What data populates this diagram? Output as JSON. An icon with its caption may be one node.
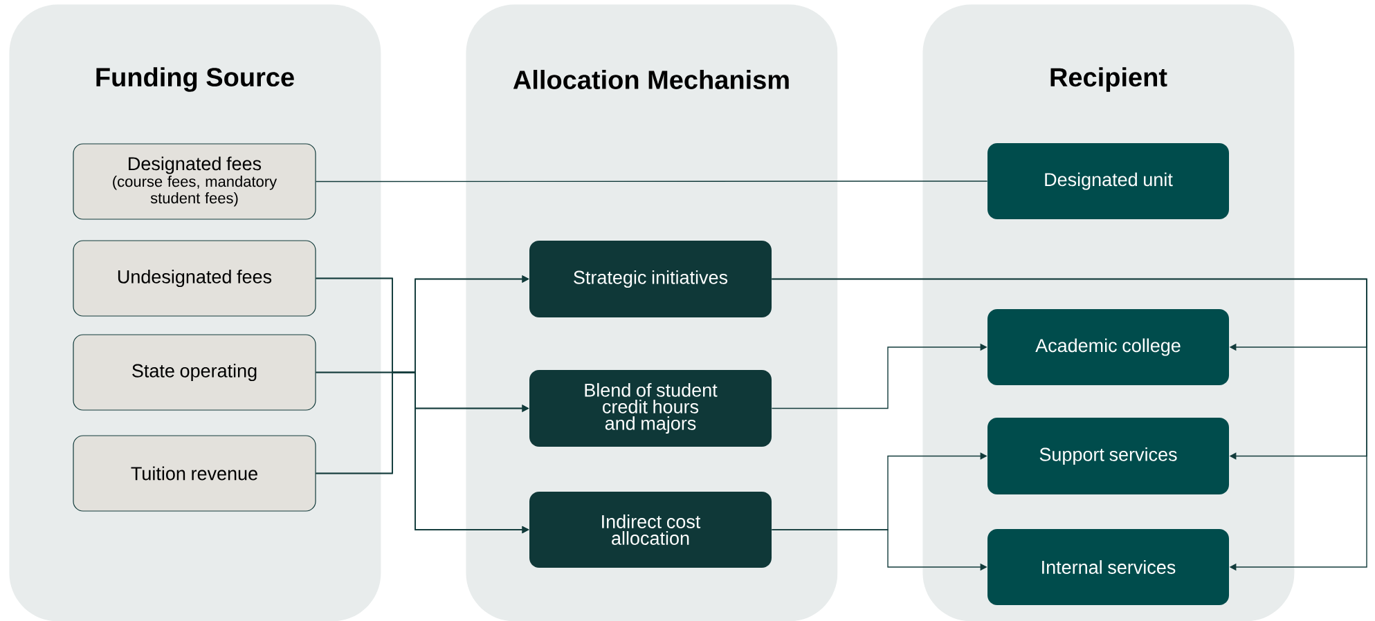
{
  "diagram": {
    "nodes": [
      {
        "text": [
          "Funding Source"
        ]
      },
      {
        "text": [
          "Designated fees",
          "(course fees, mandatory student fees)"
        ],
        "in": 0
      },
      {
        "text": [
          "Undesignated fees"
        ],
        "in": 0
      },
      {
        "text": [
          "State operating"
        ],
        "in": 0
      },
      {
        "text": [
          "Tuition revenue"
        ],
        "in": 0
      },
      {
        "text": [
          "Allocation Mechanism"
        ]
      },
      {
        "text": [
          "Strategic initiatives"
        ],
        "in": 5
      },
      {
        "text": [
          "Blend of student credit hours and majors"
        ],
        "in": 5
      },
      {
        "text": [
          "Indirect cost allocation"
        ],
        "in": 5
      },
      {
        "text": [
          "Recipient"
        ]
      },
      {
        "text": [
          "Designated unit"
        ],
        "in": 9
      },
      {
        "text": [
          "Academic college"
        ],
        "in": 9
      },
      {
        "text": [
          "Support services"
        ],
        "in": 9
      },
      {
        "text": [
          "Internal services"
        ],
        "in": 9
      }
    ],
    "edges": [
      {
        "from": 1,
        "to": 10,
        "arrow": "none"
      },
      {
        "from": 2,
        "to": 6,
        "arrow": "to"
      },
      {
        "from": 2,
        "to": 7,
        "arrow": "to"
      },
      {
        "from": 2,
        "to": 8,
        "arrow": "to"
      },
      {
        "from": 3,
        "to": 6,
        "arrow": "to"
      },
      {
        "from": 3,
        "to": 7,
        "arrow": "to"
      },
      {
        "from": 3,
        "to": 8,
        "arrow": "to"
      },
      {
        "from": 4,
        "to": 6,
        "arrow": "to"
      },
      {
        "from": 4,
        "to": 7,
        "arrow": "to"
      },
      {
        "from": 4,
        "to": 8,
        "arrow": "to"
      },
      {
        "from": 6,
        "to": 11,
        "arrow": "to"
      },
      {
        "from": 6,
        "to": 12,
        "arrow": "to"
      },
      {
        "from": 6,
        "to": 13,
        "arrow": "to"
      },
      {
        "from": 7,
        "to": 11,
        "arrow": "to"
      },
      {
        "from": 8,
        "to": 12,
        "arrow": "to"
      },
      {
        "from": 8,
        "to": 13,
        "arrow": "to"
      }
    ]
  }
}
